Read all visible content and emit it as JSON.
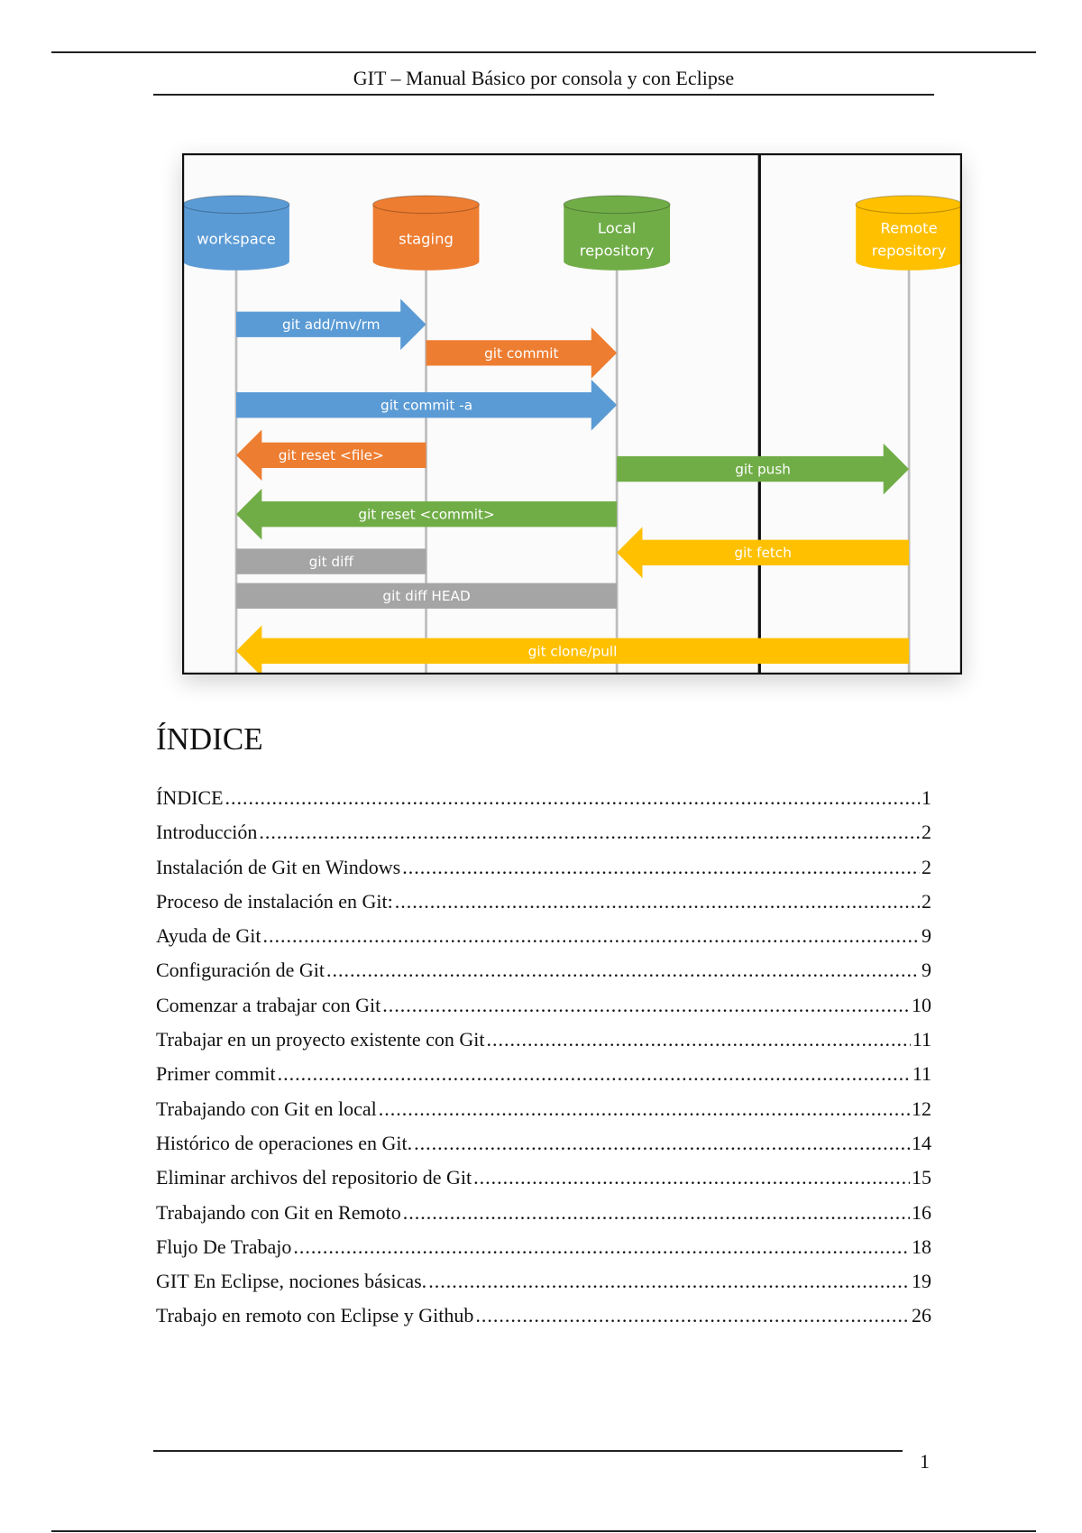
{
  "header": {
    "title": "GIT – Manual Básico por consola y con Eclipse"
  },
  "diagram": {
    "colors": {
      "blue": "#5b9bd5",
      "orange": "#ed7d31",
      "green": "#70ad47",
      "yellow": "#ffc000",
      "gray": "#a5a5a5"
    },
    "nodes": [
      {
        "id": "workspace",
        "lines": [
          "workspace"
        ],
        "color": "#5b9bd5"
      },
      {
        "id": "staging",
        "lines": [
          "staging"
        ],
        "color": "#ed7d31"
      },
      {
        "id": "local",
        "lines": [
          "Local",
          "repository"
        ],
        "color": "#70ad47"
      },
      {
        "id": "remote",
        "lines": [
          "Remote",
          "repository"
        ],
        "color": "#ffc000"
      }
    ],
    "commands": [
      {
        "label": "git add/mv/rm",
        "from": "workspace",
        "to": "staging",
        "color": "#5b9bd5",
        "kind": "arrow"
      },
      {
        "label": "git commit",
        "from": "staging",
        "to": "local",
        "color": "#ed7d31",
        "kind": "arrow"
      },
      {
        "label": "git commit -a",
        "from": "workspace",
        "to": "local",
        "color": "#5b9bd5",
        "kind": "arrow"
      },
      {
        "label": "git reset <file>",
        "from": "staging",
        "to": "workspace",
        "color": "#ed7d31",
        "kind": "arrow"
      },
      {
        "label": "git push",
        "from": "local",
        "to": "remote",
        "color": "#70ad47",
        "kind": "arrow"
      },
      {
        "label": "git reset <commit>",
        "from": "local",
        "to": "workspace",
        "color": "#70ad47",
        "kind": "arrow"
      },
      {
        "label": "git fetch",
        "from": "remote",
        "to": "local",
        "color": "#ffc000",
        "kind": "arrow"
      },
      {
        "label": "git diff",
        "from": "workspace",
        "to": "staging",
        "color": "#a5a5a5",
        "kind": "bar"
      },
      {
        "label": "git diff HEAD",
        "from": "workspace",
        "to": "local",
        "color": "#a5a5a5",
        "kind": "bar"
      },
      {
        "label": "git clone/pull",
        "from": "remote",
        "to": "workspace",
        "color": "#ffc000",
        "kind": "arrow"
      }
    ]
  },
  "index": {
    "title": "ÍNDICE",
    "entries": [
      {
        "label": "ÍNDICE",
        "page": "1"
      },
      {
        "label": "Introducción",
        "page": "2"
      },
      {
        "label": "Instalación de Git en Windows",
        "page": "2"
      },
      {
        "label": "Proceso de instalación en Git:",
        "page": "2"
      },
      {
        "label": "Ayuda de Git",
        "page": "9"
      },
      {
        "label": "Configuración de Git",
        "page": "9"
      },
      {
        "label": "Comenzar a trabajar con Git",
        "page": "10"
      },
      {
        "label": "Trabajar en un proyecto existente con Git",
        "page": "11"
      },
      {
        "label": "Primer commit",
        "page": "11"
      },
      {
        "label": "Trabajando con Git en local",
        "page": "12"
      },
      {
        "label": "Histórico de operaciones en Git.",
        "page": "14"
      },
      {
        "label": "Eliminar archivos del repositorio de Git",
        "page": "15"
      },
      {
        "label": "Trabajando con Git en Remoto",
        "page": "16"
      },
      {
        "label": "Flujo De Trabajo",
        "page": "18"
      },
      {
        "label": "GIT En Eclipse, nociones básicas.",
        "page": "19"
      },
      {
        "label": "Trabajo en remoto con Eclipse y Github",
        "page": "26"
      }
    ]
  },
  "footer": {
    "page_number": "1"
  }
}
